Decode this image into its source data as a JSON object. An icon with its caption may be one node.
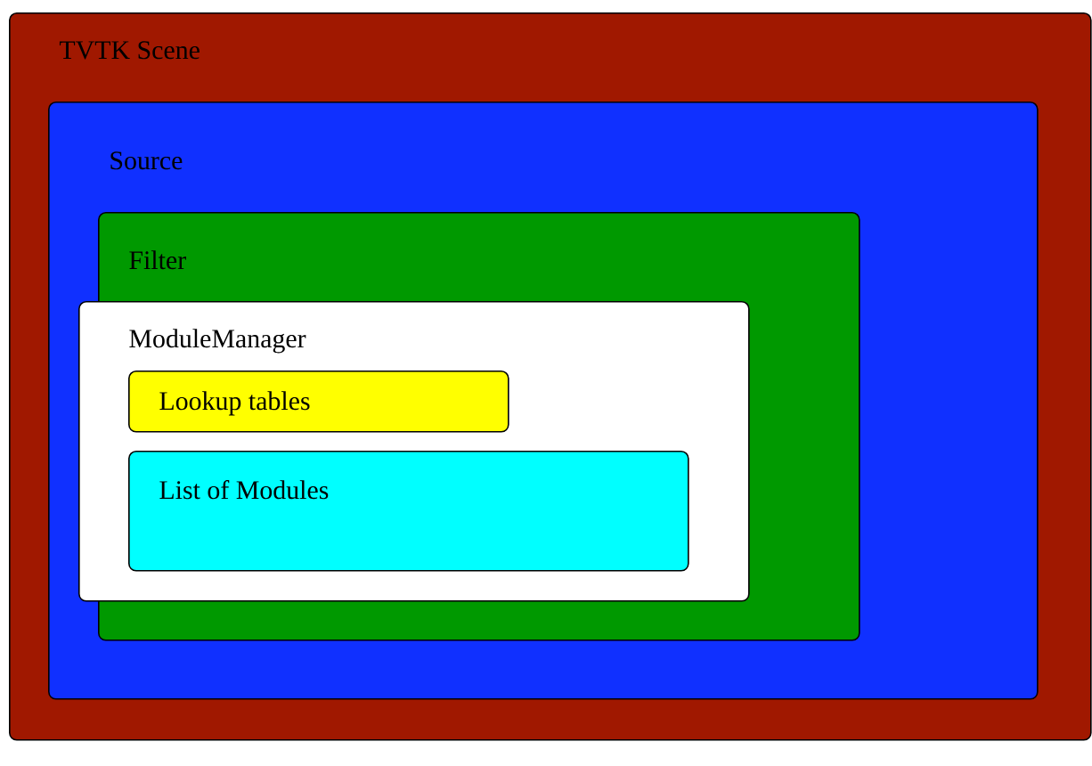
{
  "diagram": {
    "nodes": [
      {
        "text": [
          "TVTK Scene"
        ]
      },
      {
        "text": [
          "Source"
        ],
        "in": 0
      },
      {
        "text": [
          "Filter"
        ],
        "in": 1
      },
      {
        "text": [
          "ModuleManager"
        ],
        "in": 2
      },
      {
        "text": [
          "Lookup tables"
        ],
        "in": 3
      },
      {
        "text": [
          "List of Modules"
        ],
        "in": 3
      }
    ]
  }
}
